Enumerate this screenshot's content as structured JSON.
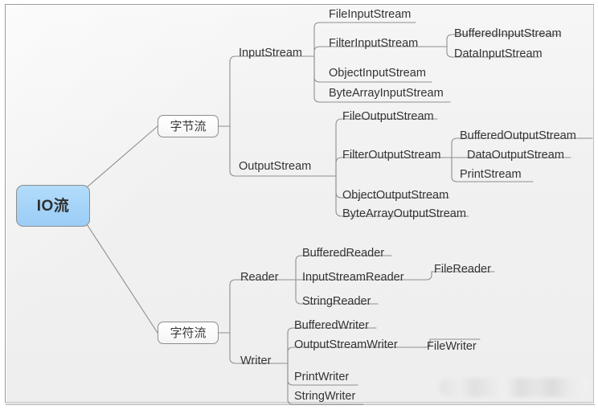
{
  "diagram": {
    "type": "mindmap",
    "title": "IO流",
    "root": {
      "label": "IO流",
      "color": "#a4d3f8",
      "border": "#8d8d8d",
      "text_color": "#2f2f2f"
    },
    "canvas": {
      "background": "#f1f1f1",
      "border": "#9a9a9a"
    },
    "branches": [
      {
        "label": "字节流",
        "children": [
          {
            "label": "InputStream",
            "children": [
              {
                "label": "FileInputStream",
                "children": []
              },
              {
                "label": "FilterInputStream",
                "children": [
                  {
                    "label": "BufferedInputStream"
                  },
                  {
                    "label": "DataInputStream"
                  }
                ]
              },
              {
                "label": "ObjectInputStream",
                "children": []
              },
              {
                "label": "ByteArrayInputStream",
                "children": []
              }
            ]
          },
          {
            "label": "OutputStream",
            "children": [
              {
                "label": "FileOutputStream",
                "children": []
              },
              {
                "label": "FilterOutputStream",
                "children": [
                  {
                    "label": "BufferedOutputStream"
                  },
                  {
                    "label": "DataOutputStream"
                  },
                  {
                    "label": "PrintStream"
                  }
                ]
              },
              {
                "label": "ObjectOutputStream",
                "children": []
              },
              {
                "label": "ByteArrayOutputStream",
                "children": []
              }
            ]
          }
        ]
      },
      {
        "label": "字符流",
        "children": [
          {
            "label": "Reader",
            "children": [
              {
                "label": "BufferedReader",
                "children": []
              },
              {
                "label": "InputStreamReader",
                "children": [
                  {
                    "label": "FileReader"
                  }
                ]
              },
              {
                "label": "StringReader",
                "children": []
              }
            ]
          },
          {
            "label": "Writer",
            "children": [
              {
                "label": "BufferedWriter",
                "children": []
              },
              {
                "label": "OutputStreamWriter",
                "children": [
                  {
                    "label": "FileWriter"
                  }
                ]
              },
              {
                "label": "PrintWriter",
                "children": []
              },
              {
                "label": "StringWriter",
                "children": []
              }
            ]
          }
        ]
      }
    ],
    "watermark": {
      "visible": true,
      "label": "",
      "redacted": true
    }
  }
}
